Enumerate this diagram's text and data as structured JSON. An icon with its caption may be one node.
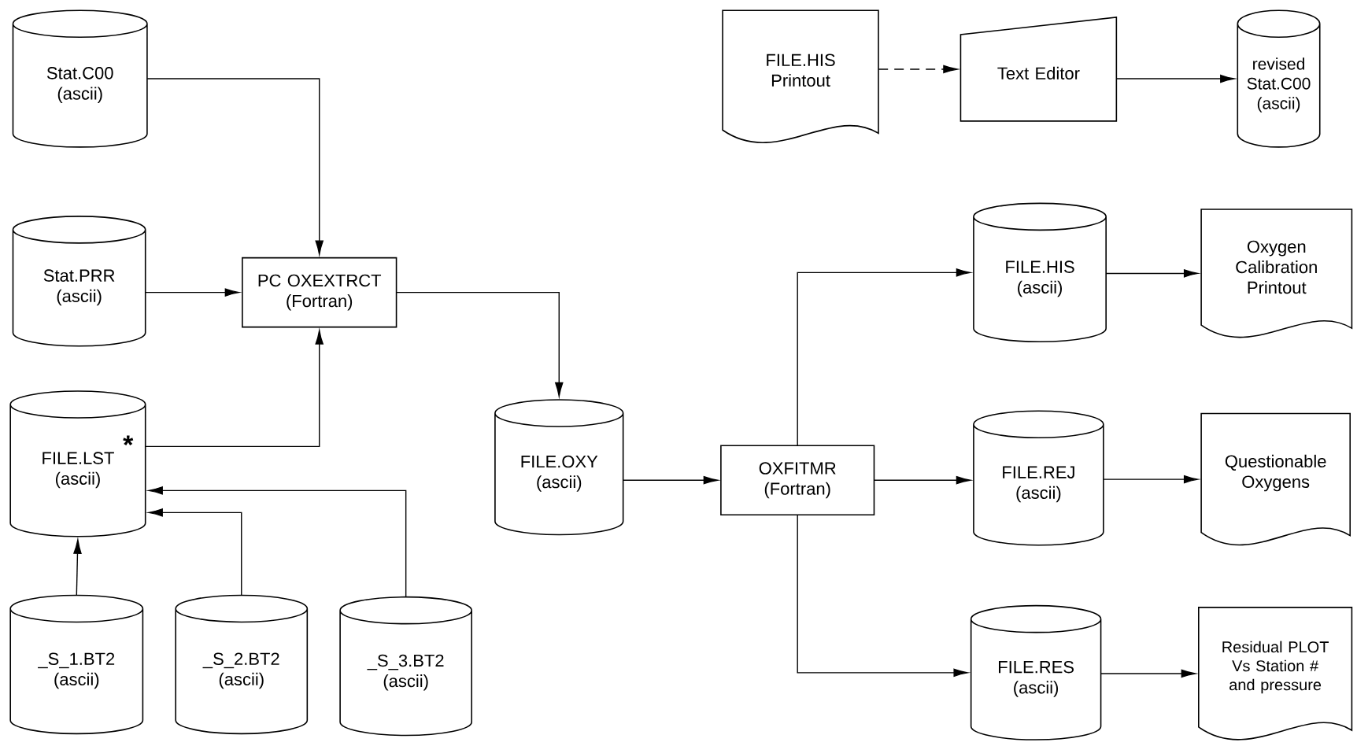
{
  "diagram": {
    "nodes": [
      {
        "text": [
          "Stat.C00 (ascii)"
        ]
      },
      {
        "text": [
          "Stat.PRR (ascii)"
        ]
      },
      {
        "text": [
          "*",
          "FILE.LST (ascii)"
        ]
      },
      {
        "text": [
          "_S_1.BT2 (ascii)"
        ]
      },
      {
        "text": [
          "_S_2.BT2 (ascii)"
        ]
      },
      {
        "text": [
          "_S_3.BT2 (ascii)"
        ]
      },
      {
        "text": [
          "PC OXEXTRCT (Fortran)"
        ]
      },
      {
        "text": [
          "FILE.OXY (ascii)"
        ]
      },
      {
        "text": [
          "OXFITMR (Fortran)"
        ]
      },
      {
        "text": [
          "FILE.HIS Printout"
        ]
      },
      {
        "text": [
          "Text Editor"
        ]
      },
      {
        "text": [
          "revised Stat.C00 (ascii)"
        ]
      },
      {
        "text": [
          "FILE.HIS (ascii)"
        ]
      },
      {
        "text": [
          "Oxygen Calibration Printout"
        ]
      },
      {
        "text": [
          "FILE.REJ (ascii)"
        ]
      },
      {
        "text": [
          "Questionable Oxygens"
        ]
      },
      {
        "text": [
          "FILE.RES (ascii)"
        ]
      },
      {
        "text": [
          "Residual PLOT Vs Station # and pressure"
        ]
      }
    ],
    "edges": [
      {
        "from": 0,
        "to": 6,
        "arrow": "to"
      },
      {
        "from": 1,
        "to": 6,
        "arrow": "to"
      },
      {
        "from": 2,
        "to": 6,
        "arrow": "to"
      },
      {
        "from": 3,
        "to": 2,
        "arrow": "to"
      },
      {
        "from": 4,
        "to": 2,
        "arrow": "to"
      },
      {
        "from": 5,
        "to": 2,
        "arrow": "to"
      },
      {
        "from": 6,
        "to": 7,
        "arrow": "to"
      },
      {
        "from": 7,
        "to": 8,
        "arrow": "to"
      },
      {
        "from": 8,
        "to": 12,
        "arrow": "to"
      },
      {
        "from": 8,
        "to": 14,
        "arrow": "to"
      },
      {
        "from": 8,
        "to": 16,
        "arrow": "to"
      },
      {
        "from": 9,
        "to": 10,
        "arrow": "to",
        "style": "dashed"
      },
      {
        "from": 10,
        "to": 11,
        "arrow": "to"
      },
      {
        "from": 12,
        "to": 13,
        "arrow": "to"
      },
      {
        "from": 14,
        "to": 15,
        "arrow": "to"
      },
      {
        "from": 16,
        "to": 17,
        "arrow": "to"
      }
    ]
  }
}
